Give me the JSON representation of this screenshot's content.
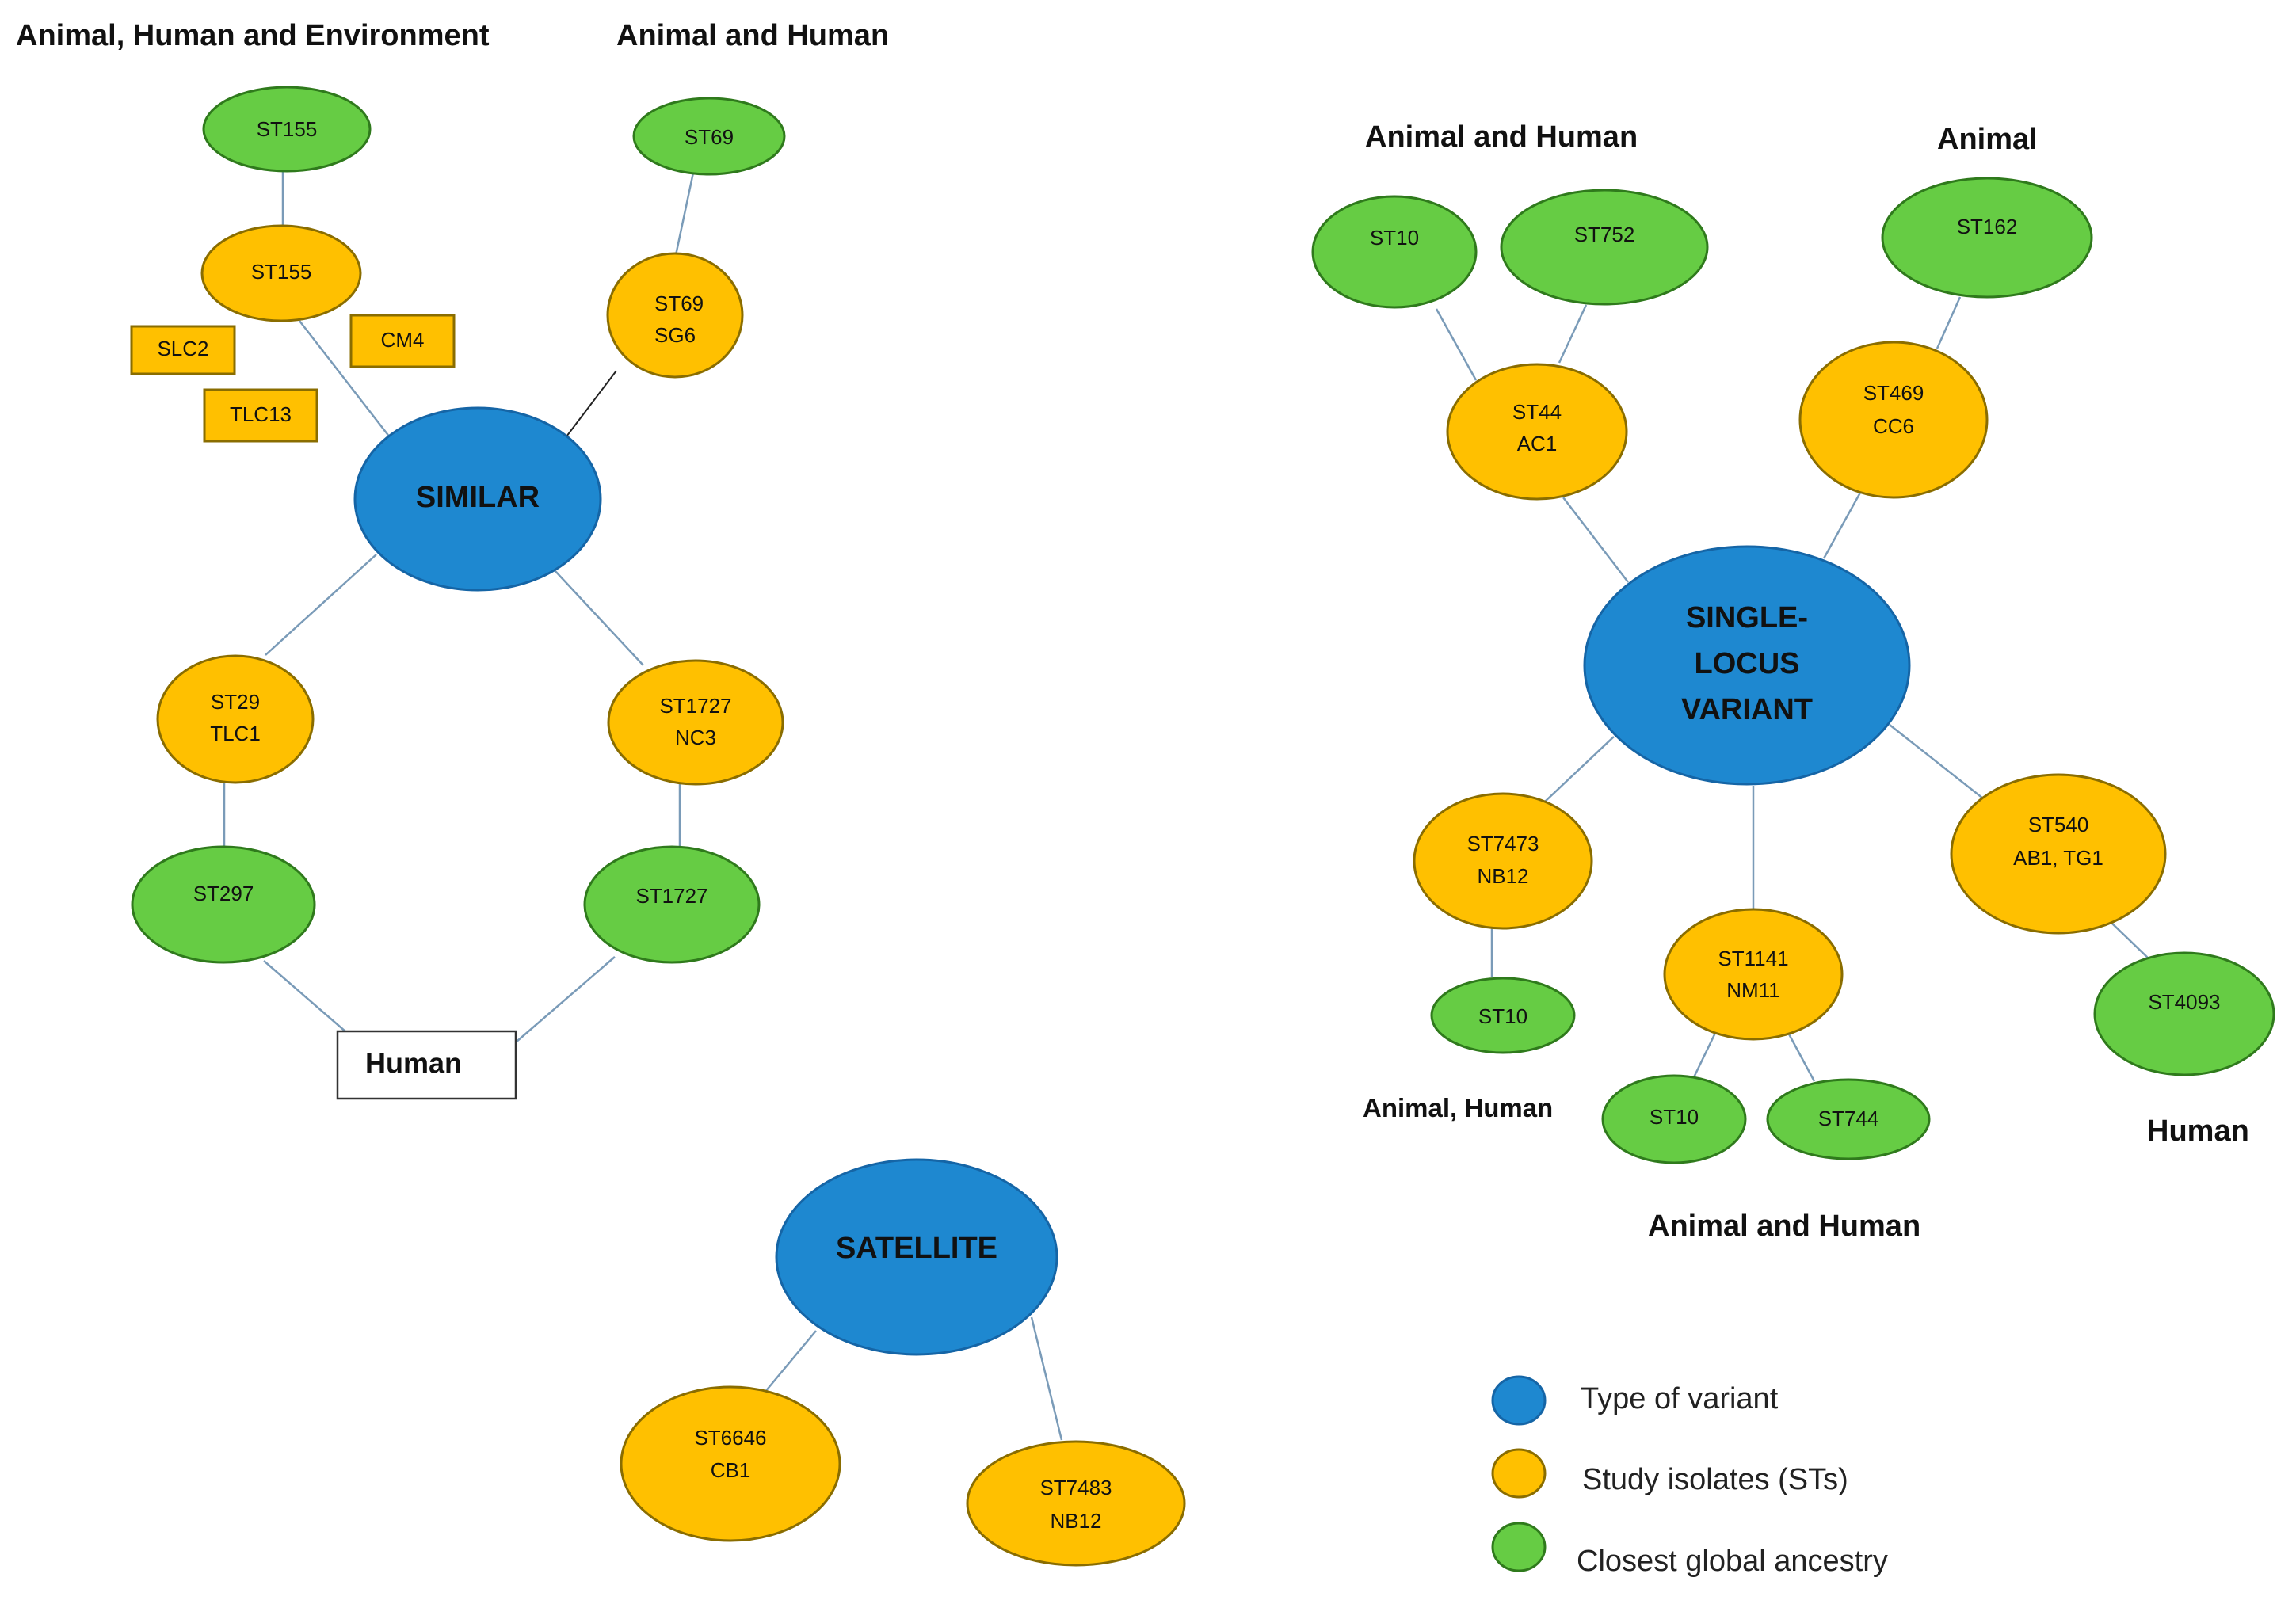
{
  "colors": {
    "hub_fill": "#1e88d0",
    "hub_stroke": "#1565a6",
    "study_fill": "#ffc000",
    "study_stroke": "#8a6d00",
    "ancestry_fill": "#66cc44",
    "ancestry_stroke": "#2f7a1c",
    "box_fill": "#ffc000",
    "box_stroke": "#8a6d00",
    "edge": "#7a9bb8"
  },
  "hubs": {
    "similar": "SIMILAR",
    "slv_line1": "SINGLE-",
    "slv_line2": "LOCUS",
    "slv_line3": "VARIANT",
    "satellite": "SATELLITE"
  },
  "categories": {
    "similar_left": "Animal, Human and Environment",
    "similar_right": "Animal and Human",
    "slv_top_left": "Animal and Human",
    "slv_top_right": "Animal",
    "slv_bottom_left": "Animal, Human",
    "slv_bottom_mid": "Animal and Human",
    "slv_bottom_right": "Human"
  },
  "similar": {
    "anc_st155": "ST155",
    "study_st155": "ST155",
    "box_slc2": "SLC2",
    "box_cm4": "CM4",
    "box_tlc13": "TLC13",
    "anc_st69": "ST69",
    "study_st69_l1": "ST69",
    "study_st69_l2": "SG6",
    "study_st29_l1": "ST29",
    "study_st29_l2": "TLC1",
    "study_st1727_l1": "ST1727",
    "study_st1727_l2": "NC3",
    "anc_st297": "ST297",
    "anc_st1727": "ST1727",
    "human_box": "Human"
  },
  "slv": {
    "anc_st10_top": "ST10",
    "anc_st752": "ST752",
    "anc_st162": "ST162",
    "study_st44_l1": "ST44",
    "study_st44_l2": "AC1",
    "study_st469_l1": "ST469",
    "study_st469_l2": "CC6",
    "study_st7473_l1": "ST7473",
    "study_st7473_l2": "NB12",
    "study_st1141_l1": "ST1141",
    "study_st1141_l2": "NM11",
    "study_st540_l1": "ST540",
    "study_st540_l2": "AB1, TG1",
    "anc_st10_left": "ST10",
    "anc_st10_bottom": "ST10",
    "anc_st744": "ST744",
    "anc_st4093": "ST4093"
  },
  "satellite": {
    "study_st6646_l1": "ST6646",
    "study_st6646_l2": "CB1",
    "study_st7483_l1": "ST7483",
    "study_st7483_l2": "NB12"
  },
  "legend": {
    "type_of_variant": "Type of variant",
    "study_isolates": "Study isolates (STs)",
    "closest_ancestry": "Closest global ancestry"
  }
}
